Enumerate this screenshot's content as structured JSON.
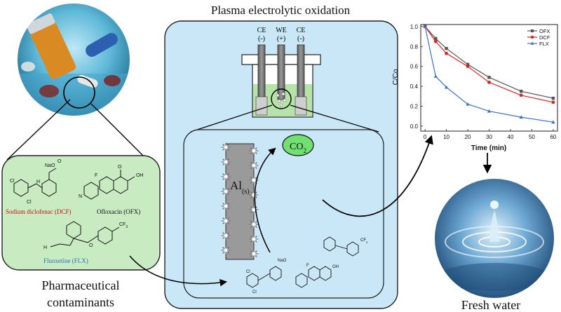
{
  "header": {
    "title": "Plasma electrolytic oxidation"
  },
  "cell": {
    "electrodes": [
      {
        "name": "CE",
        "sign": "(-)"
      },
      {
        "name": "WE",
        "sign": "(+)"
      },
      {
        "name": "CE",
        "sign": "(-)"
      }
    ],
    "anode_label": "Al",
    "anode_sub": "(s)",
    "product": {
      "main": "CO",
      "sub": "2"
    }
  },
  "contaminants": {
    "caption_line1": "Pharmaceutical",
    "caption_line2": "contaminants",
    "compounds": [
      {
        "name": "Sodium diclofenac (DCF)",
        "color": "#cc1111"
      },
      {
        "name": "Ofloxacin (OFX)",
        "color": "#111111"
      },
      {
        "name": "Fluoxetine (FLX)",
        "color": "#2b6fc4"
      }
    ],
    "atoms": {
      "na_o": "NaO",
      "o": "O",
      "cl": "Cl",
      "nh": "H",
      "n": "N",
      "f": "F",
      "oh": "OH",
      "cf3": "CF",
      "cf3_sub": "3",
      "ch3": "H"
    }
  },
  "outcome": {
    "caption": "Fresh water"
  },
  "chart_data": {
    "type": "line",
    "xlabel": "Time (min)",
    "ylabel": "C/Co",
    "x": [
      0,
      5,
      10,
      20,
      30,
      45,
      60
    ],
    "xlim": [
      -2,
      62
    ],
    "ylim": [
      -0.05,
      1.02
    ],
    "xticks": [
      0,
      10,
      20,
      30,
      40,
      50,
      60
    ],
    "yticks": [
      0.0,
      0.2,
      0.4,
      0.6,
      0.8,
      1.0
    ],
    "ytick_labels": [
      "0.0",
      "0.2",
      "0.4",
      "0.6",
      "0.8",
      "1.0"
    ],
    "legend_position": "top-right",
    "grid": false,
    "series": [
      {
        "name": "OFX",
        "color": "#555555",
        "marker": "square",
        "values": [
          1.0,
          0.88,
          0.78,
          0.62,
          0.49,
          0.35,
          0.28
        ]
      },
      {
        "name": "DCF",
        "color": "#dd2222",
        "marker": "circle",
        "values": [
          1.0,
          0.85,
          0.73,
          0.6,
          0.44,
          0.31,
          0.24
        ]
      },
      {
        "name": "FLX",
        "color": "#3b6fd6",
        "marker": "triangle",
        "values": [
          1.0,
          0.5,
          0.39,
          0.22,
          0.15,
          0.09,
          0.04
        ]
      }
    ]
  }
}
